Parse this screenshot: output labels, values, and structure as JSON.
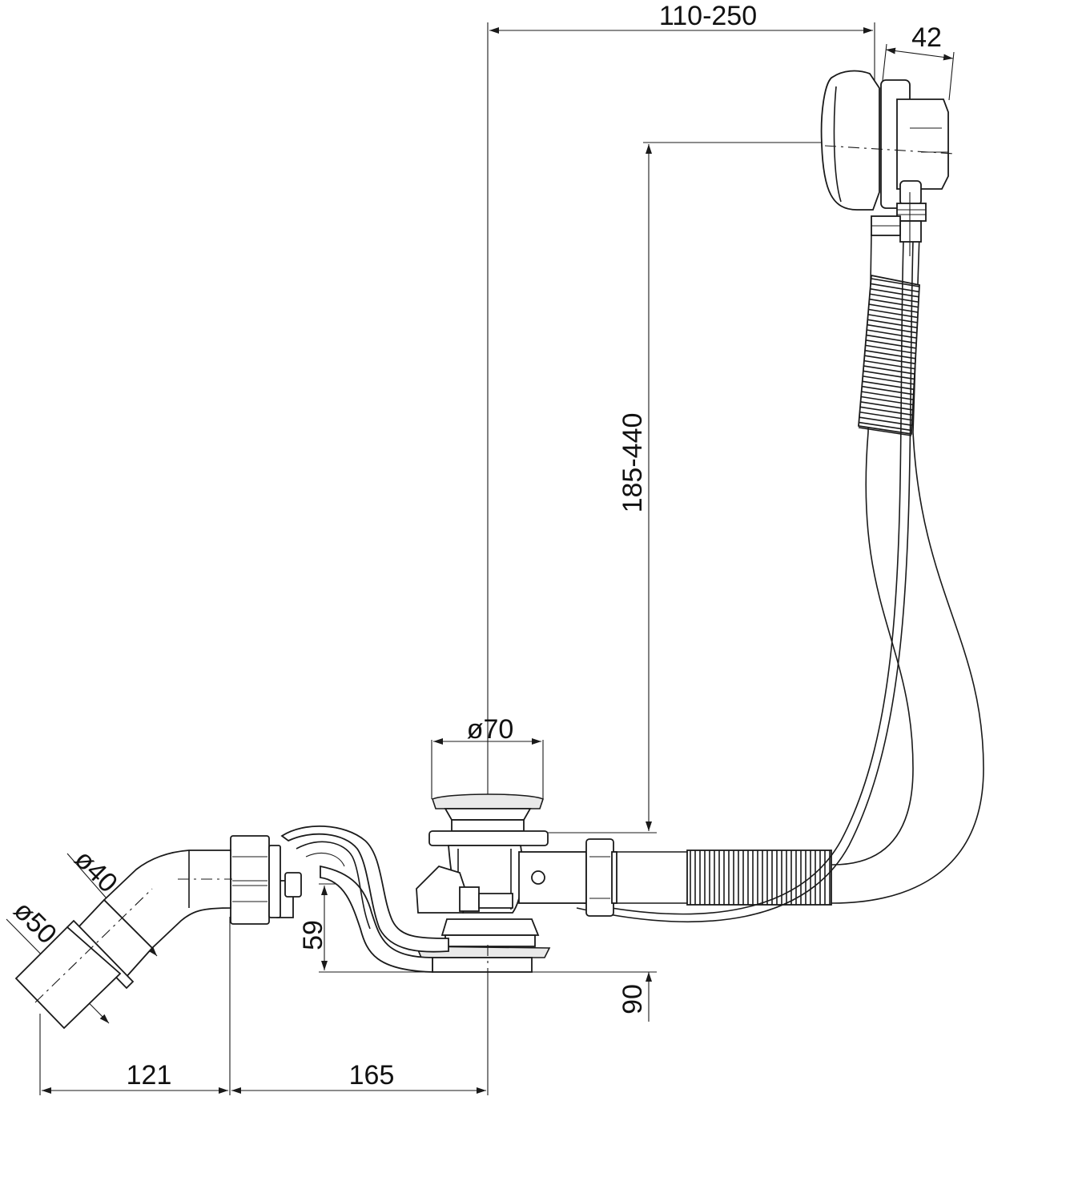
{
  "dimensions": {
    "width_range": "110-250",
    "overflow_depth": "42",
    "height_range": "185-440",
    "waste_diameter": "ø70",
    "outlet_diameter_inner": "ø40",
    "outlet_diameter_outer": "ø50",
    "drain_height": "59",
    "base_height": "90",
    "bend_length": "121",
    "horizontal_length": "165"
  },
  "colors": {
    "line": "#1a1a1a",
    "background": "#ffffff"
  }
}
